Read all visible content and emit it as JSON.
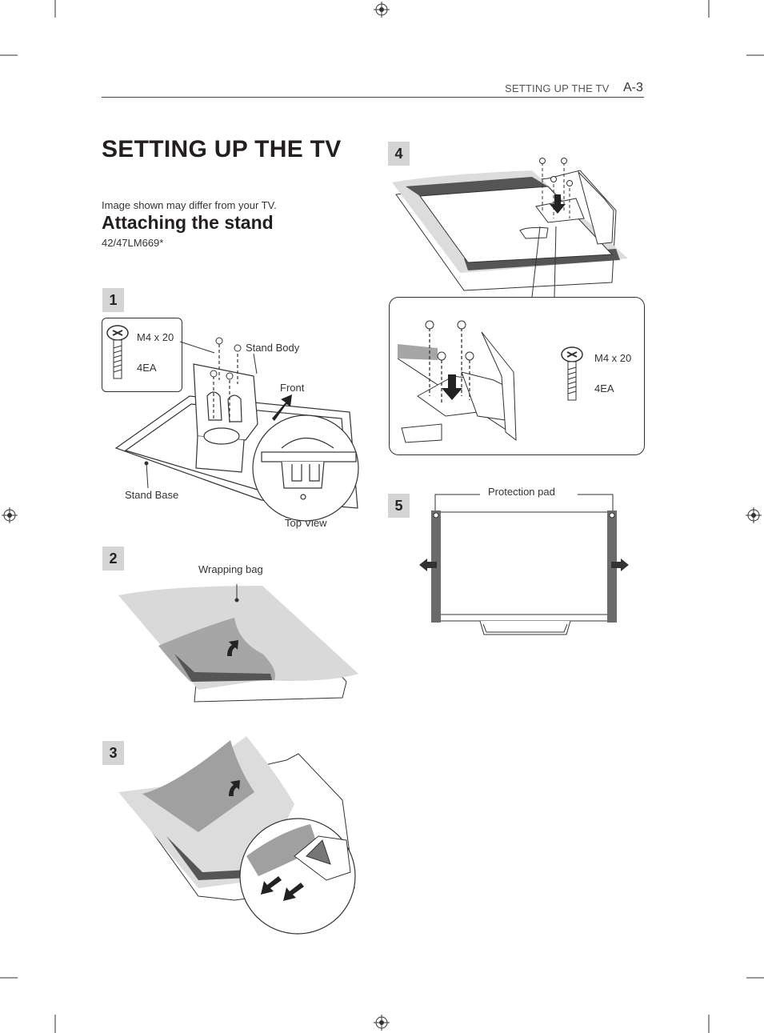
{
  "header": {
    "section": "SETTING UP THE TV",
    "page": "A-3"
  },
  "title": "SETTING UP THE TV",
  "note": "Image shown may differ from your TV.",
  "subtitle": "Attaching the stand",
  "model": "42/47LM669*",
  "steps": [
    {
      "number": "1",
      "labels": {
        "screw": "M4 x 20",
        "qty": "4EA",
        "body": "Stand Body",
        "front": "Front",
        "base": "Stand Base",
        "top": "Top View"
      }
    },
    {
      "number": "2",
      "labels": {
        "bag": "Wrapping bag"
      }
    },
    {
      "number": "3"
    },
    {
      "number": "4",
      "labels": {
        "screw": "M4 x 20",
        "qty": "4EA"
      }
    },
    {
      "number": "5",
      "labels": {
        "pad": "Protection pad"
      }
    }
  ],
  "icons": [
    "registration-mark-icon",
    "screw-icon",
    "arrow-up-icon",
    "arrow-left-icon",
    "arrow-right-icon",
    "arrow-down-icon"
  ]
}
